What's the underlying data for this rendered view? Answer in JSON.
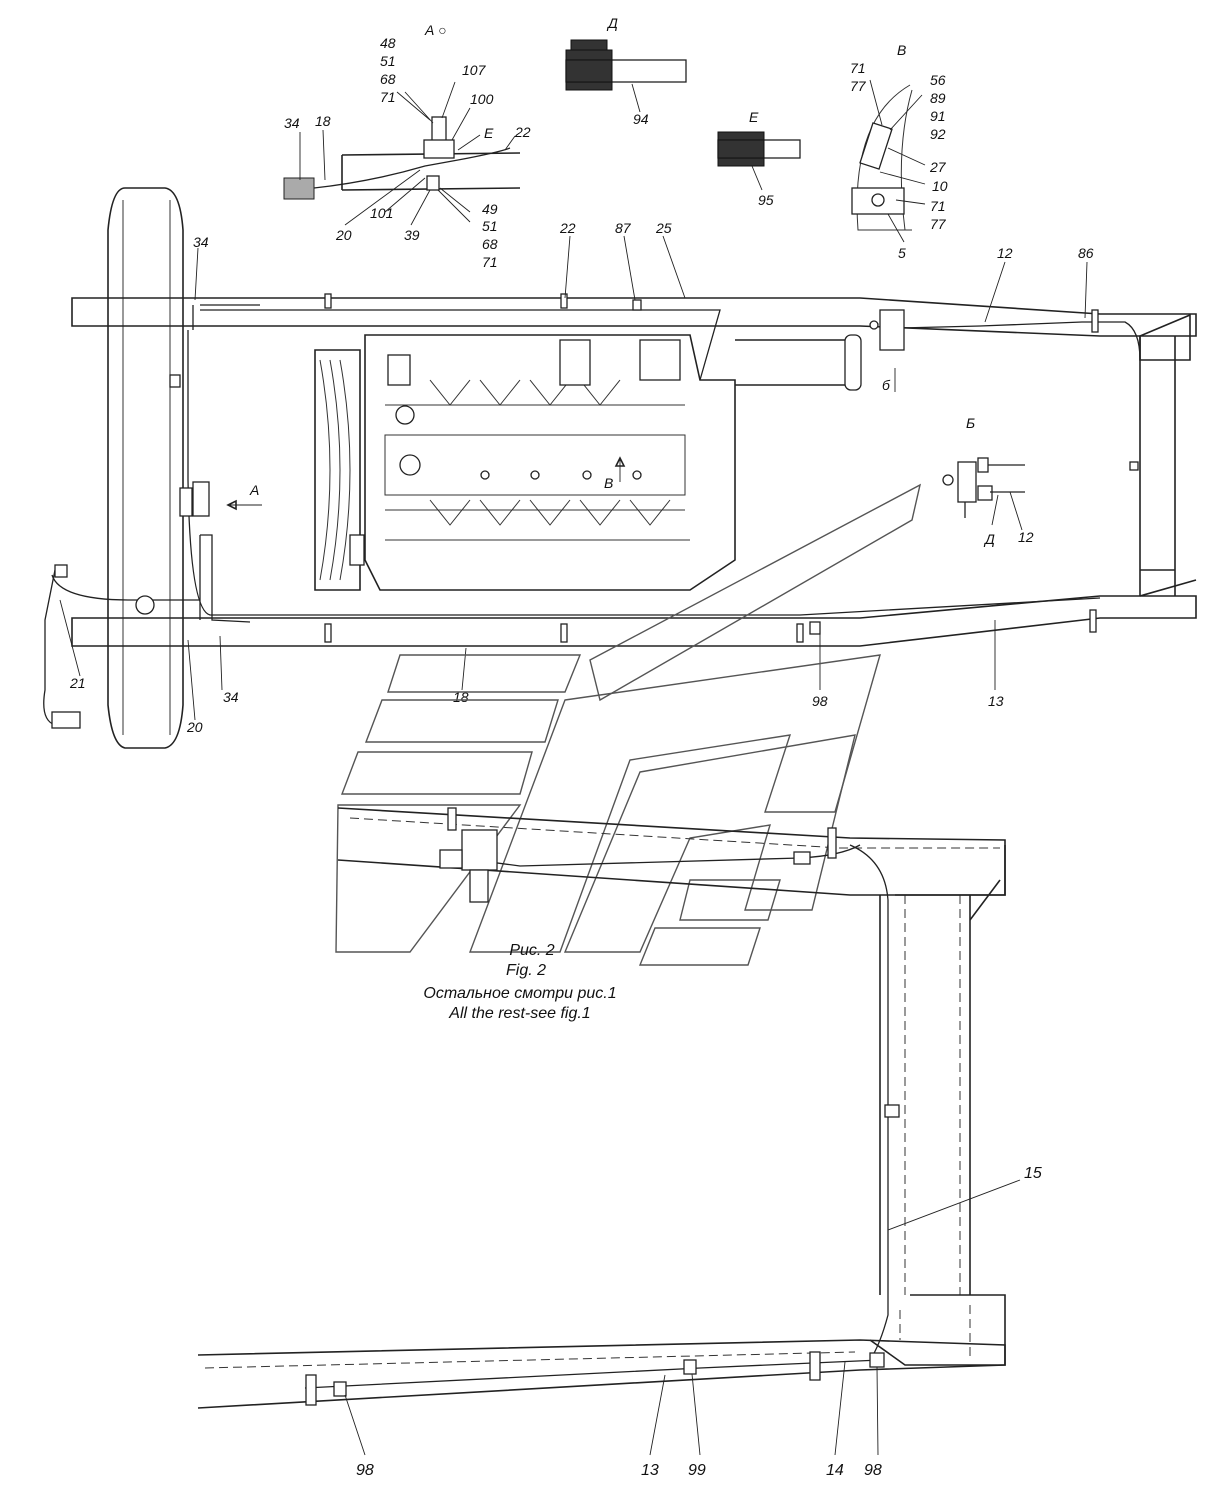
{
  "views": {
    "A": "А ○",
    "D": "Д",
    "E": "Е",
    "V": "В",
    "B": "Б",
    "arrow_A": "А",
    "arrow_V": "В",
    "arrow_b": "б",
    "detail_D": "Д",
    "detail_E": "Е"
  },
  "caption": {
    "ru": "Рис. 2",
    "en": "Fig. 2",
    "note_ru": "Остальное смотри рис.1",
    "note_en": "All the rest-see fig.1"
  },
  "labels": {
    "a_48_51_68_71": [
      "48",
      "51",
      "68",
      "71"
    ],
    "a_107": "107",
    "a_100": "100",
    "a_22": "22",
    "a_34": "34",
    "a_18": "18",
    "a_20": "20",
    "a_101": "101",
    "a_39": "39",
    "a_49_51_68_71": [
      "49",
      "51",
      "68",
      "71"
    ],
    "d_94": "94",
    "e_95": "95",
    "v_71_77": [
      "71",
      "77"
    ],
    "v_56_89_91_92": [
      "56",
      "89",
      "91",
      "92"
    ],
    "v_27": "27",
    "v_10": "10",
    "v_71b": "71",
    "v_77b": "77",
    "v_5": "5",
    "m_22": "22",
    "m_87": "87",
    "m_25": "25",
    "m_12": "12",
    "m_86": "86",
    "m_34": "34",
    "m_34b": "34",
    "m_21": "21",
    "m_20": "20",
    "m_18": "18",
    "m_98": "98",
    "m_13": "13",
    "b_12": "12",
    "l_15": "15",
    "l_98a": "98",
    "l_13": "13",
    "l_99": "99",
    "l_14": "14",
    "l_98b": "98"
  }
}
